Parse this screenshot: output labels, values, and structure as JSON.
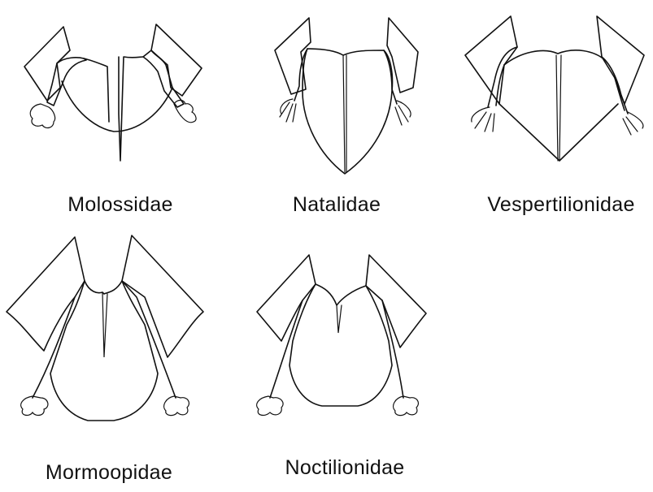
{
  "figure": {
    "panels": [
      {
        "id": "molossidae",
        "label": "Molossidae"
      },
      {
        "id": "natalidae",
        "label": "Natalidae"
      },
      {
        "id": "vespertilionidae",
        "label": "Vespertilionidae"
      },
      {
        "id": "mormoopidae",
        "label": "Mormoopidae"
      },
      {
        "id": "noctilionidae",
        "label": "Noctilionidae"
      }
    ]
  }
}
